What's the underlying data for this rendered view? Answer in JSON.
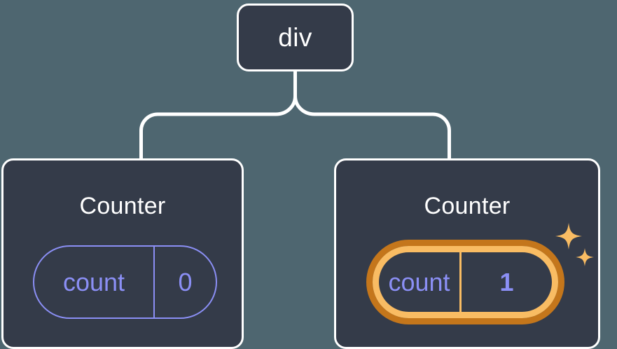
{
  "diagram": {
    "type": "component-tree",
    "background_color": "#4e6670",
    "node_fill_color": "#343b49",
    "node_border_color": "#ffffff",
    "state_color": "#8b8ff5",
    "highlight_outer_color": "#c4761b",
    "highlight_inner_color": "#f9bc63",
    "connector_color": "#ffffff"
  },
  "root": {
    "label": "div"
  },
  "children": [
    {
      "title": "Counter",
      "state": {
        "key": "count",
        "value": "0"
      },
      "highlighted": false
    },
    {
      "title": "Counter",
      "state": {
        "key": "count",
        "value": "1"
      },
      "highlighted": true
    }
  ],
  "decorations": {
    "sparkle_large": "sparkle-icon",
    "sparkle_small": "sparkle-icon"
  }
}
